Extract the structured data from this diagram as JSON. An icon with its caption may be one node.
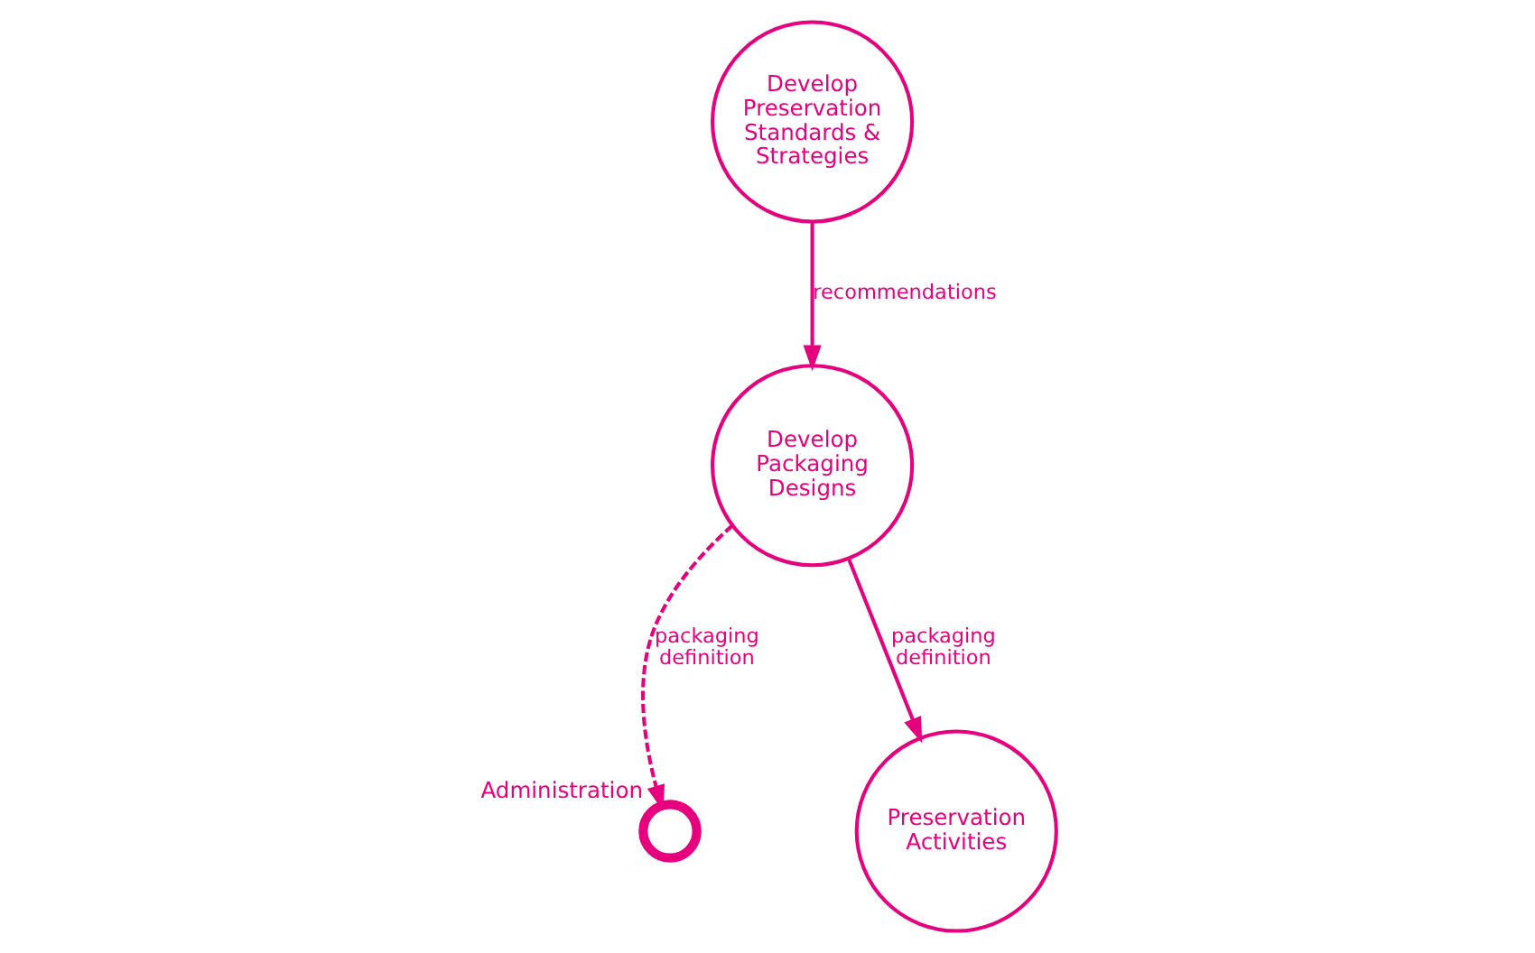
{
  "diagram": {
    "nodes": [
      {
        "text": [
          "Develop Preservation Standards & Strategies"
        ]
      },
      {
        "text": [
          "Develop Packaging Designs"
        ]
      },
      {
        "text": [],
        "shape": "circle",
        "beside": [
          "Administration"
        ]
      },
      {
        "text": [
          "Preservation Activities"
        ]
      }
    ],
    "edges": [
      {
        "from": 0,
        "to": 1,
        "arrow": "to",
        "label": "recommendations"
      },
      {
        "from": 1,
        "to": 2,
        "arrow": "to",
        "label": "packaging definition",
        "style": "dashed"
      },
      {
        "from": 1,
        "to": 3,
        "arrow": "to",
        "label": "packaging definition"
      }
    ]
  }
}
